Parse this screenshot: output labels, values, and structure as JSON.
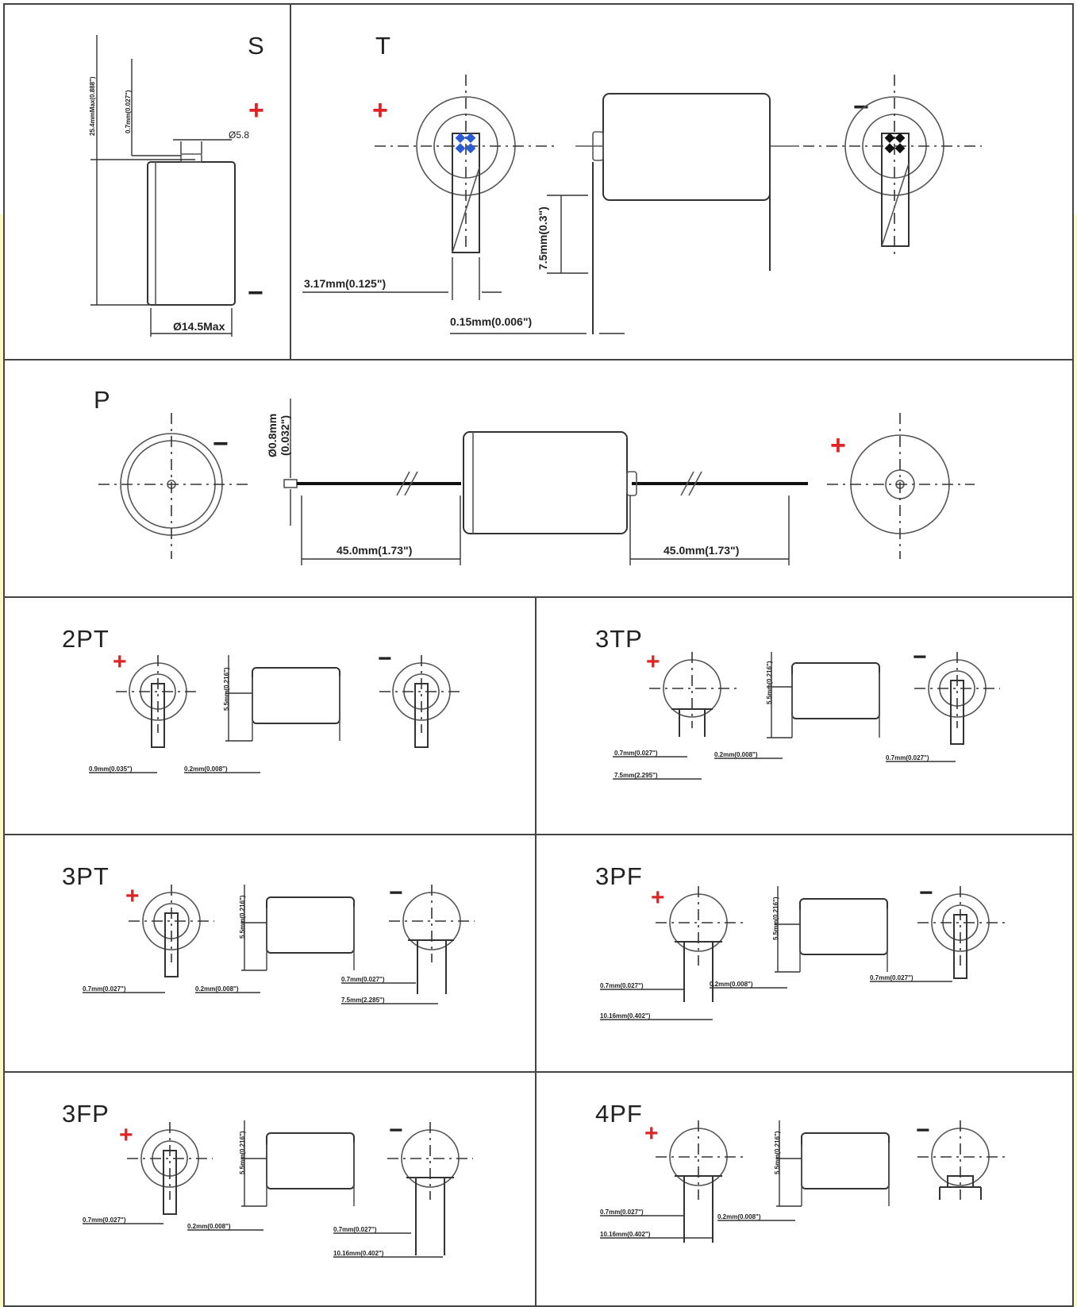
{
  "colors": {
    "background_band": "#fbfbc0",
    "positive_mark": "#e02323",
    "tab_marker": "#2a5bd7",
    "line": "#333333"
  },
  "symbols": {
    "plus": "+",
    "minus": "−"
  },
  "panels": {
    "S": {
      "code": "S",
      "dims": {
        "height": "25.4mmMax(0.888\")",
        "tab": "0.7mm(0.027\")",
        "button": "Ø5.8",
        "diameter": "Ø14.5Max"
      }
    },
    "T": {
      "code": "T",
      "dims": {
        "tab_width": "3.17mm(0.125\")",
        "lead": "7.5mm(0.3\")",
        "thickness": "0.15mm(0.006\")"
      }
    },
    "P": {
      "code": "P",
      "dims": {
        "wire": "Ø0.8mm",
        "wire_in": "(0.032\")",
        "left_len": "45.0mm(1.73\")",
        "right_len": "45.0mm(1.73\")"
      }
    },
    "2PT": {
      "code": "2PT",
      "dims": {
        "side": "5.5mm(0.216\")",
        "a": "0.9mm(0.035\")",
        "b": "0.2mm(0.008\")"
      }
    },
    "3TP": {
      "code": "3TP",
      "dims": {
        "side": "5.5mm(0.216\")",
        "a": "0.7mm(0.027\")",
        "b": "7.5mm(2.295\")",
        "c": "0.2mm(0.008\")",
        "d": "0.7mm(0.027\")"
      }
    },
    "3PT": {
      "code": "3PT",
      "dims": {
        "side": "5.5mm(0.216\")",
        "a": "0.7mm(0.027\")",
        "b": "0.2mm(0.008\")",
        "c": "0.7mm(0.027\")",
        "d": "7.5mm(2.285\")"
      }
    },
    "3PF": {
      "code": "3PF",
      "dims": {
        "side": "5.5mm(0.216\")",
        "a": "0.7mm(0.027\")",
        "b": "10.16mm(0.402\")",
        "c": "0.2mm(0.008\")",
        "d": "0.7mm(0.027\")"
      }
    },
    "3FP": {
      "code": "3FP",
      "dims": {
        "side": "5.5mm(0.216\")",
        "a": "0.7mm(0.027\")",
        "b": "0.2mm(0.008\")",
        "c": "0.7mm(0.027\")",
        "d": "10.16mm(0.402\")"
      }
    },
    "4PF": {
      "code": "4PF",
      "dims": {
        "side": "5.5mm(0.216\")",
        "a": "0.7mm(0.027\")",
        "b": "10.16mm(0.402\")",
        "c": "0.2mm(0.008\")"
      }
    }
  }
}
